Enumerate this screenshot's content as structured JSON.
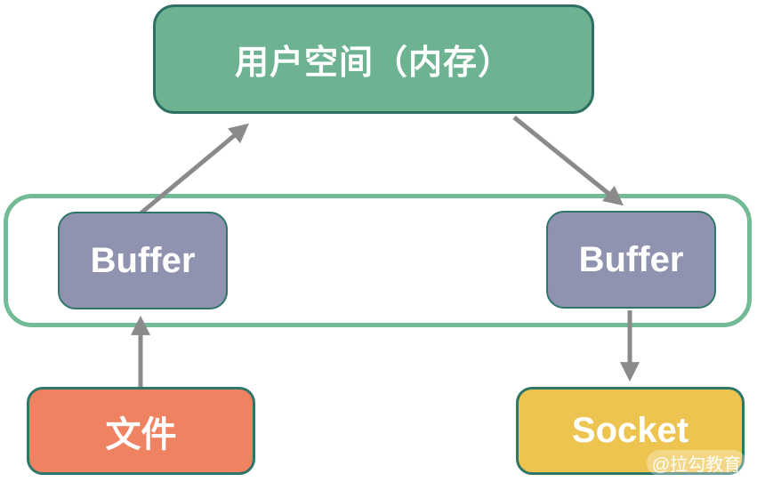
{
  "diagram": {
    "description": "Data copy flow between file, kernel buffers and user space",
    "nodes": {
      "user_space": {
        "label": "用户空间（内存）",
        "fill": "#6db392",
        "border": "#2f6f63",
        "text_color": "#ffffff"
      },
      "buffer_left": {
        "label": "Buffer",
        "fill": "#8f93b0",
        "border": "#2f7568",
        "text_color": "#ffffff"
      },
      "buffer_right": {
        "label": "Buffer",
        "fill": "#8f93b0",
        "border": "#2f7568",
        "text_color": "#ffffff"
      },
      "file": {
        "label": "文件",
        "fill": "#ef8261",
        "border": "#2f7568",
        "text_color": "#ffffff"
      },
      "socket": {
        "label": "Socket",
        "fill": "#edc44f",
        "border": "#2f7568",
        "text_color": "#ffffff"
      }
    },
    "kernel_container": {
      "border_color": "#73ba96"
    },
    "edges": [
      {
        "from": "file",
        "to": "buffer_left",
        "direction": "up"
      },
      {
        "from": "buffer_left",
        "to": "user_space",
        "direction": "up-right"
      },
      {
        "from": "user_space",
        "to": "buffer_right",
        "direction": "down-right"
      },
      {
        "from": "buffer_right",
        "to": "socket",
        "direction": "down"
      }
    ],
    "arrow_color": "#8a8a8a",
    "watermark": {
      "label": "@拉勾教育"
    }
  }
}
